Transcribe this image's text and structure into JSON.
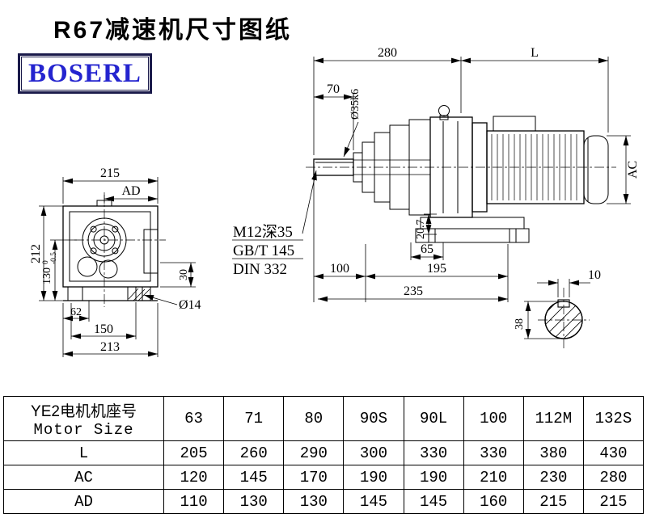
{
  "page": {
    "title": "R67减速机尺寸图纸",
    "brand": "BOSERL"
  },
  "front_view": {
    "d215": "215",
    "ad": "AD",
    "d212": "212",
    "d130": "130",
    "tol_top": "0",
    "tol_bot": "-0.5",
    "d62": "62",
    "d150": "150",
    "d213": "213",
    "dia14": "Ø14",
    "d30": "30"
  },
  "side_view": {
    "d280": "280",
    "L": "L",
    "d70": "70",
    "dia35": "Ø35k6",
    "thread_note_1": "M12深35",
    "thread_note_2": "GB/T 145",
    "thread_note_3": "DIN 332",
    "d20_7": "20.7",
    "d65": "65",
    "d100": "100",
    "d195": "195",
    "d235": "235",
    "ac": "AC"
  },
  "shaft_view": {
    "d10": "10",
    "d38": "38"
  },
  "table": {
    "header": {
      "line1": "YE2电机机座号",
      "line2": "Motor Size"
    },
    "sizes": [
      "63",
      "71",
      "80",
      "90S",
      "90L",
      "100",
      "112M",
      "132S"
    ],
    "rows": [
      {
        "label": "L",
        "values": [
          "205",
          "260",
          "290",
          "300",
          "330",
          "330",
          "380",
          "430"
        ]
      },
      {
        "label": "AC",
        "values": [
          "120",
          "145",
          "170",
          "190",
          "190",
          "210",
          "230",
          "280"
        ]
      },
      {
        "label": "AD",
        "values": [
          "110",
          "130",
          "130",
          "145",
          "145",
          "160",
          "215",
          "215"
        ]
      }
    ]
  }
}
